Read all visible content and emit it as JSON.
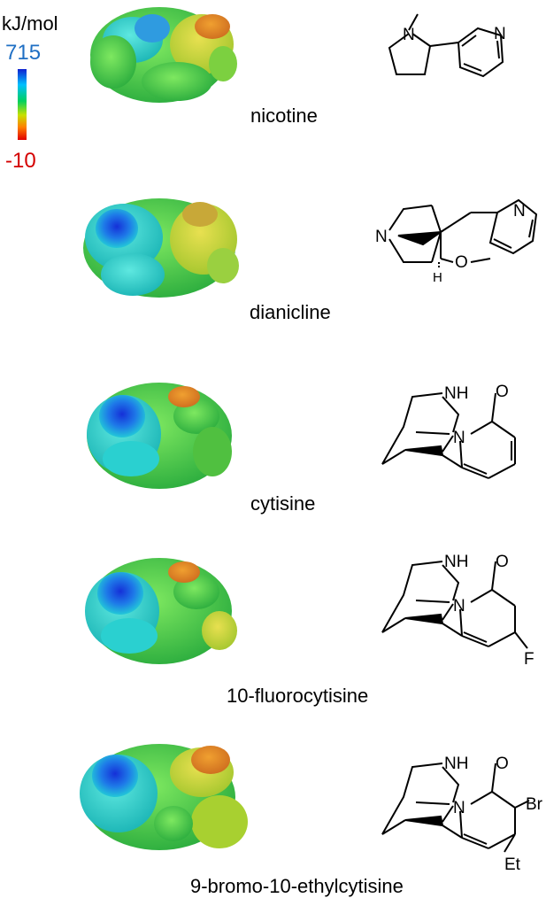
{
  "scale": {
    "unit": "kJ/mol",
    "max": "715",
    "min": "-10",
    "max_color": "#1f6fc4",
    "min_color": "#d40000"
  },
  "molecules": [
    {
      "name": "nicotine"
    },
    {
      "name": "dianicline"
    },
    {
      "name": "cytisine"
    },
    {
      "name": "10-fluorocytisine"
    },
    {
      "name": "9-bromo-10-ethylcytisine"
    }
  ],
  "atoms": {
    "N": "N",
    "O": "O",
    "NH": "NH",
    "H": "H",
    "F": "F",
    "Br": "Br",
    "Et": "Et"
  }
}
